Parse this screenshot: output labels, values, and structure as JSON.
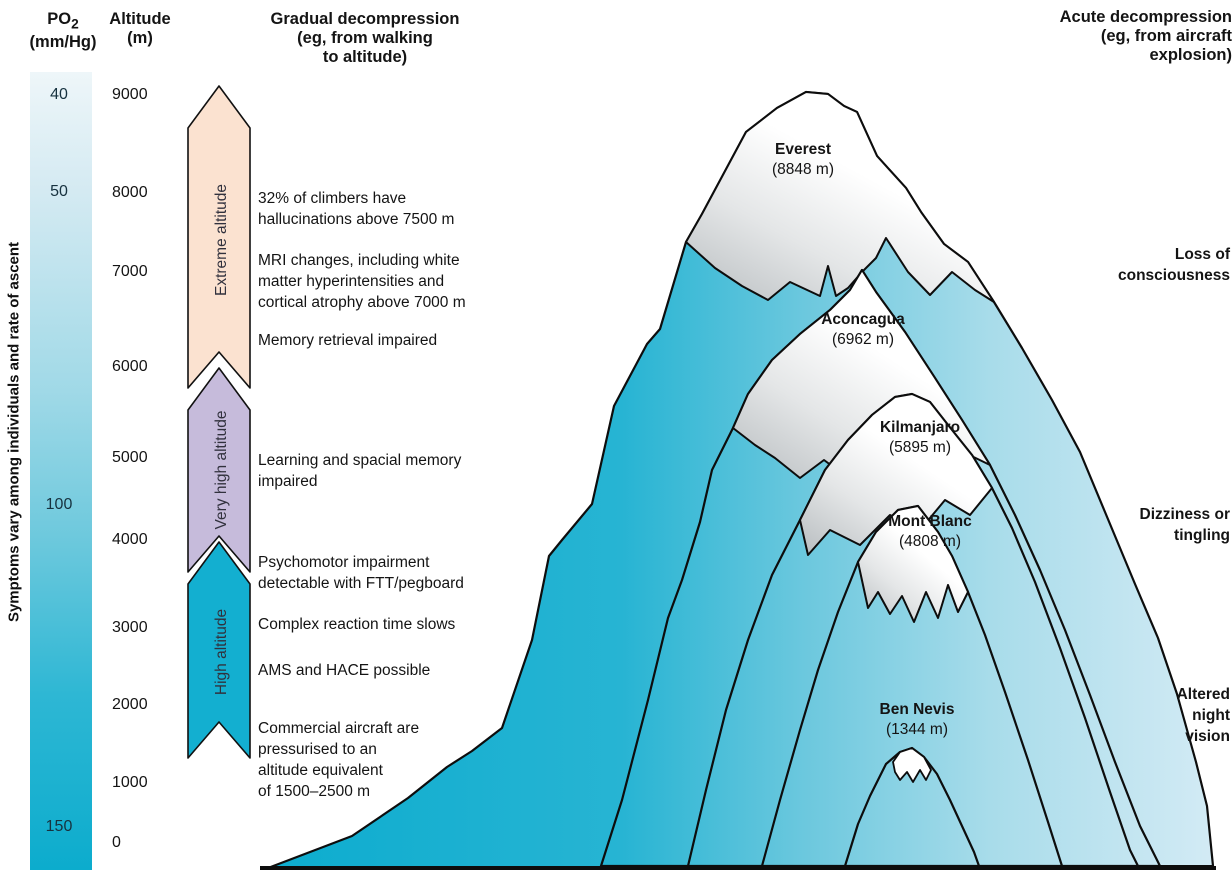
{
  "po2_scale": {
    "title": "PO",
    "title_sub": "2",
    "unit": "(mm/Hg)",
    "ticks": [
      "40",
      "50",
      "100",
      "150"
    ]
  },
  "altitude_scale": {
    "title": "Altitude",
    "unit": "(m)",
    "ticks": [
      "9000",
      "8000",
      "7000",
      "6000",
      "5000",
      "4000",
      "3000",
      "2000",
      "1000",
      "0"
    ]
  },
  "side_note": "Symptoms vary among individuals and rate of ascent",
  "headers": {
    "gradual": "Gradual decompression\n(eg, from walking\nto altitude)",
    "acute": "Acute decompression\n(eg, from aircraft\nexplosion)"
  },
  "zones": [
    {
      "label": "Extreme altitude",
      "color": "#fbe2d0"
    },
    {
      "label": "Very high altitude",
      "color": "#c6bbdb"
    },
    {
      "label": "High altitude",
      "color": "#13afd0"
    }
  ],
  "annotations": [
    "32% of climbers have\nhallucinations above 7500 m",
    "MRI changes, including white\nmatter hyperintensities and\ncortical atrophy above 7000 m",
    "Memory retrieval impaired",
    "Learning and spacial memory\nimpaired",
    "Psychomotor impairment\ndetectable with FTT/pegboard",
    "Complex reaction time slows",
    "AMS and HACE possible",
    "Commercial aircraft are\npressurised to an\naltitude equivalent\nof 1500–2500 m"
  ],
  "mountains": [
    {
      "name": "Everest",
      "elevation": "(8848 m)"
    },
    {
      "name": "Aconcagua",
      "elevation": "(6962 m)"
    },
    {
      "name": "Kilmanjaro",
      "elevation": "(5895 m)"
    },
    {
      "name": "Mont Blanc",
      "elevation": "(4808 m)"
    },
    {
      "name": "Ben Nevis",
      "elevation": "(1344 m)"
    }
  ],
  "acute_effects": [
    "Loss of\nconsciousness",
    "Dizziness or\ntingling",
    "Altered\nnight\nvision"
  ],
  "colors": {
    "bar_top": "#eef6f9",
    "bar_bottom": "#0caccd",
    "mountain_left": "#0fadcf",
    "mountain_right": "#d4ebf5",
    "snow": "#ffffff"
  }
}
